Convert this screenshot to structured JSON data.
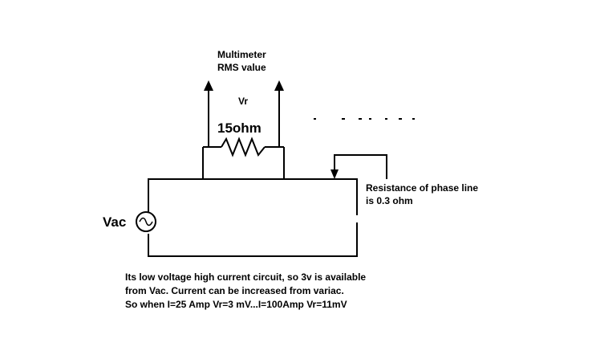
{
  "diagram": {
    "meter_label": [
      "Multimeter",
      "RMS value"
    ],
    "vr_label": "Vr",
    "resistor_label": "15ohm",
    "source_label": "Vac",
    "phase_resistance_note": [
      "Resistance of phase line",
      "is 0.3 ohm"
    ],
    "notes": [
      "Its low voltage high current circuit, so 3v is available",
      "from Vac. Current can be increased from variac.",
      "So when I=25 Amp Vr=3 mV...I=100Amp Vr=11mV"
    ],
    "line_color": "#000000",
    "background_color": "#ffffff"
  }
}
